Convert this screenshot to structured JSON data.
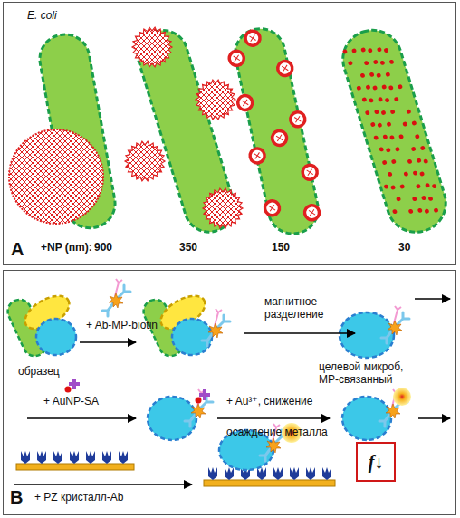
{
  "diagram": {
    "nodes": [
      {
        "text": [
          "A"
        ]
      },
      {
        "text": [
          "B"
        ]
      },
      {
        "text": [
          "f↓"
        ],
        "in": 1
      }
    ],
    "labels": [
      "E. coli",
      "+NP (nm):",
      "900",
      "350",
      "150",
      "30",
      "образец",
      "+ Ab-MP-biotin",
      "магнитное разделение",
      "целевой микроб, MP-связанный",
      "+ AuNP-SA",
      "+ Au³⁺, снижение",
      "осаждение металла",
      "+ PZ кристалл-Ab"
    ]
  }
}
